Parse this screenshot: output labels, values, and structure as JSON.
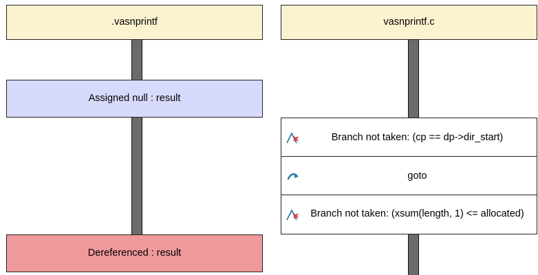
{
  "left_column": {
    "header": ".vasnprintf",
    "events": [
      {
        "label": "Assigned null : result",
        "color": "#d8dafc"
      },
      {
        "label": "Dereferenced : result",
        "color": "#f0999b"
      }
    ]
  },
  "right_column": {
    "header": "vasnprintf.c",
    "events": [
      {
        "label": "Branch not taken: (cp == dp->dir_start)",
        "icon": "branch-not-taken-icon"
      },
      {
        "label": "goto",
        "icon": "goto-arrow-icon"
      },
      {
        "label": "Branch not taken: (xsum(length, 1) <= allocated)",
        "icon": "branch-not-taken-icon"
      }
    ]
  },
  "colors": {
    "header_bg": "#fdf2d0",
    "connector": "#6b6b6b",
    "icon_blue": "#2e7fa6",
    "icon_red": "#e0303a"
  }
}
